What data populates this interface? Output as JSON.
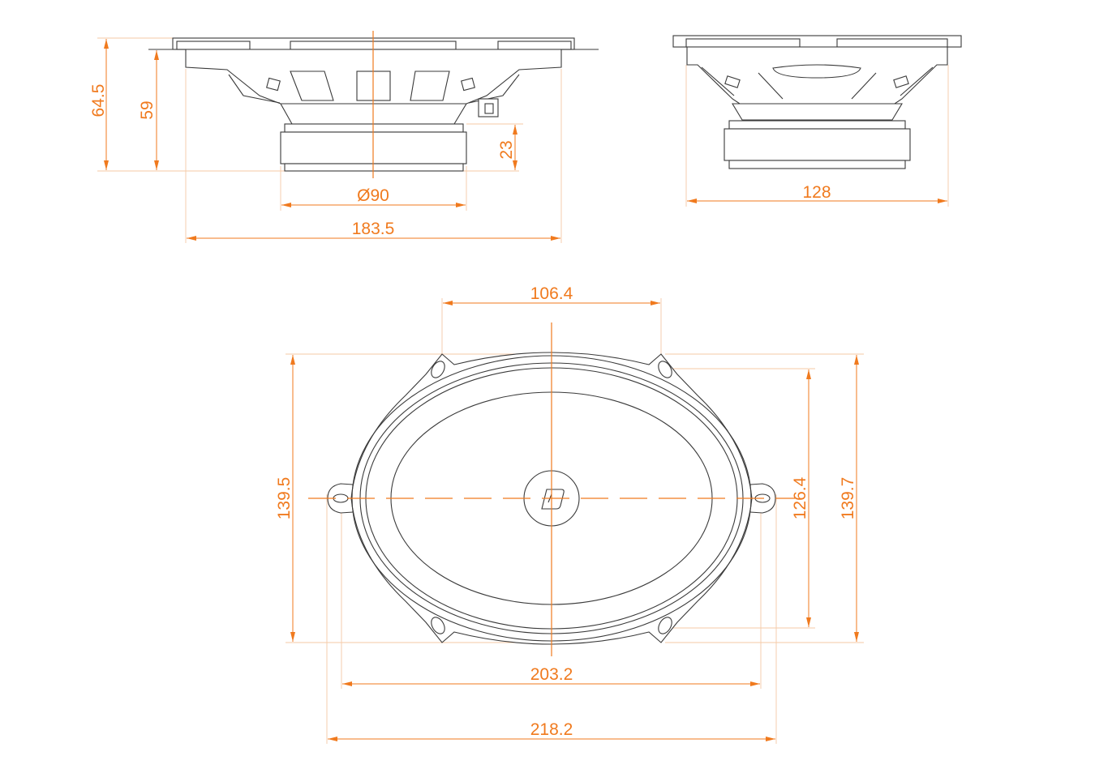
{
  "drawing": {
    "accent_color": "#f07a1e",
    "line_color": "#3a3a3a",
    "side_view": {
      "mounting_depth_total": "64.5",
      "mounting_depth": "59",
      "magnet_height": "23",
      "magnet_diameter": "Ø90",
      "overall_length": "183.5"
    },
    "end_view": {
      "overall_width": "128"
    },
    "front_view": {
      "hole_spacing_width": "106.4",
      "height_left": "139.5",
      "hole_spacing_height": "126.4",
      "height_right": "139.7",
      "hole_spacing_length": "203.2",
      "overall_length": "218.2",
      "logo_icon": "brand-logo-icon"
    }
  }
}
